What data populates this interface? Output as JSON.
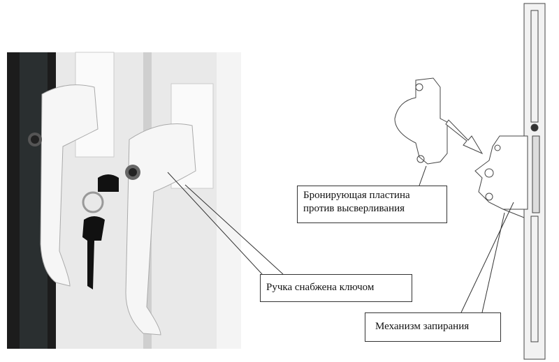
{
  "labels": {
    "plate_line1": "Бронирующая пластина",
    "plate_line2": "против высверливания",
    "handle": "Ручка снабжена ключом",
    "mechanism": "Механизм запирания"
  },
  "colors": {
    "handle": "#f2f2f2",
    "frame": "#dcdcdc",
    "dark": "#1a1a1a",
    "line": "#333333"
  }
}
